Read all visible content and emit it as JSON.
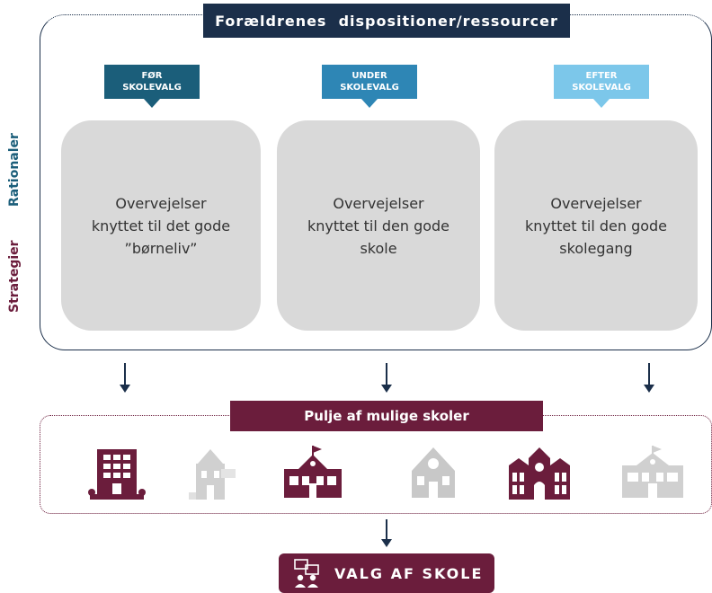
{
  "header": {
    "title": "Forældrenes  dispositioner/ressourcer"
  },
  "side_labels": {
    "top": "Rationaler",
    "bottom": "Strategier"
  },
  "phases": [
    {
      "label": "FØR\nSKOLEVALG",
      "color": "#1b5e7a",
      "card_text": "Overvejelser\nknyttet til det gode\n”børneliv”"
    },
    {
      "label": "UNDER\nSKOLEVALG",
      "color": "#2e86b5",
      "card_text": "Overvejelser\nknyttet til den gode\nskole"
    },
    {
      "label": "EFTER\nSKOLEVALG",
      "color": "#7cc7ea",
      "card_text": "Overvejelser\nknyttet til den gode\nskolegang"
    }
  ],
  "pool": {
    "title": "Pulje af mulige skoler"
  },
  "schools": [
    {
      "icon": "apartment-school-icon",
      "color": "#6b1d3c"
    },
    {
      "icon": "small-chapel-school-icon",
      "color": "#d0d0d0"
    },
    {
      "icon": "flag-school-icon",
      "color": "#6b1d3c"
    },
    {
      "icon": "clock-school-icon",
      "color": "#c8c8c8"
    },
    {
      "icon": "clocktower-school-icon",
      "color": "#6b1d3c"
    },
    {
      "icon": "wide-flag-school-icon",
      "color": "#d0d0d0"
    }
  ],
  "result": {
    "label": "VALG AF SKOLE"
  },
  "colors": {
    "navy": "#1b2f4a",
    "maroon": "#6b1d3c",
    "card": "#d9d9d9"
  }
}
